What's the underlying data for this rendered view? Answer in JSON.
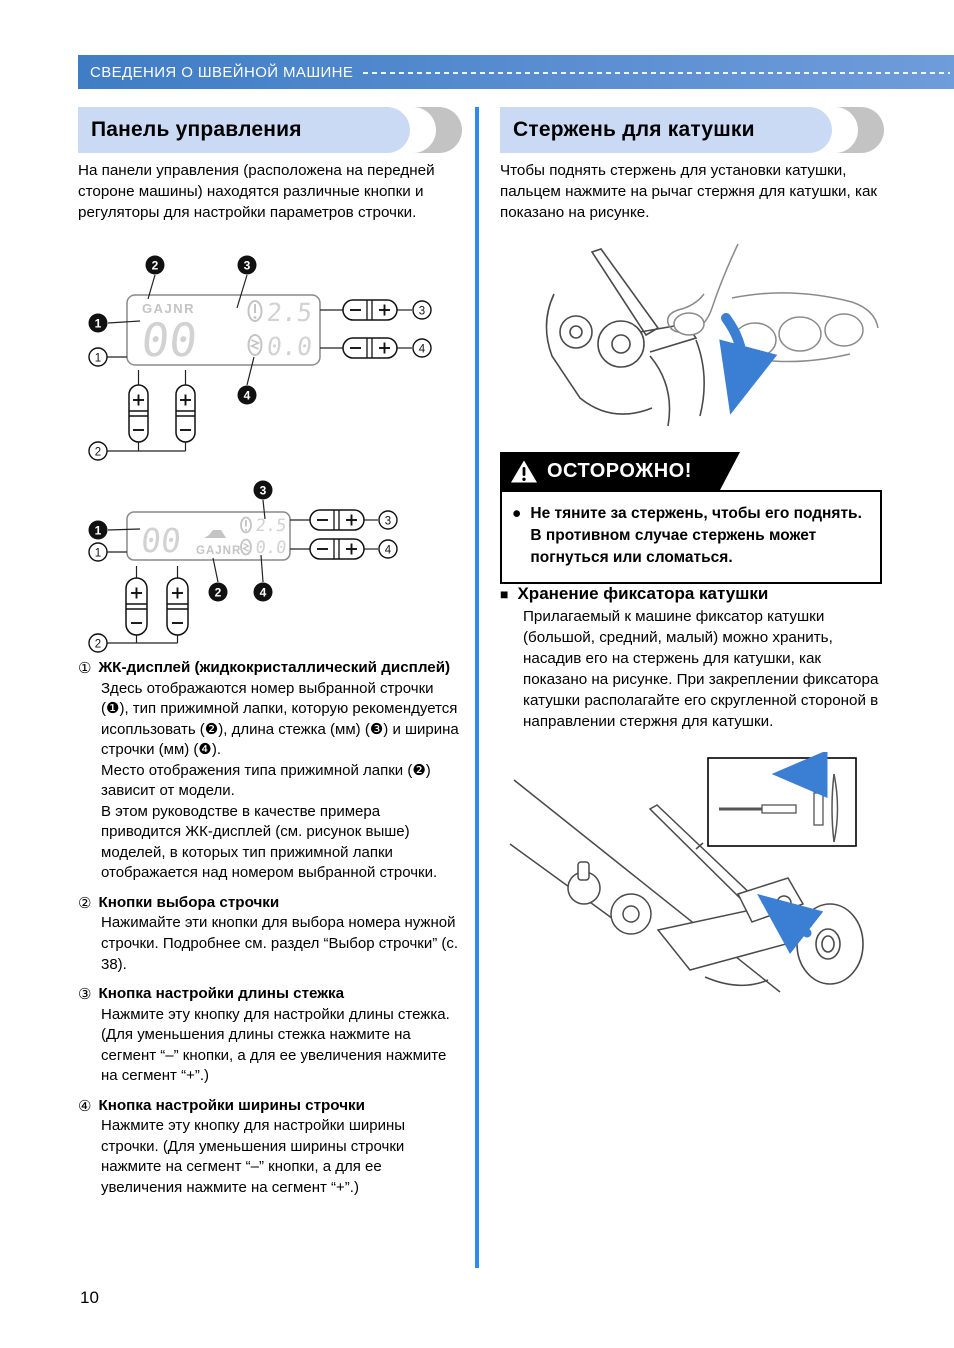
{
  "header": {
    "title": "СВЕДЕНИЯ О ШВЕЙНОЙ МАШИНЕ"
  },
  "page": {
    "number": "10"
  },
  "colors": {
    "header_bar_blue": "#4a84ca",
    "divider_blue": "#2e8bef",
    "heading_pill_blue": "#cbdaf4",
    "heading_pill_gray": "#c3c3c3",
    "warning_black": "#000000",
    "arrow_blue": "#3b7fd4",
    "lcd_gray": "#c4c4c4"
  },
  "icons": {
    "plus": "+",
    "minus": "−",
    "warning_triangle": "⚠",
    "bullet": "●",
    "square_marker": "■"
  },
  "lcd": {
    "brand": "GAJNR",
    "number": "00",
    "length": "2.5",
    "width": "0.0"
  },
  "callouts": {
    "n1": "1",
    "n2": "2",
    "n3": "3",
    "n4": "4"
  },
  "left": {
    "heading": "Панель управления",
    "intro": "На панели управления (расположена на передней стороне машины) находятся различные кнопки и регуляторы для настройки параметров строчки.",
    "items": [
      {
        "num": "①",
        "title": "ЖК-дисплей (жидкокристаллический дисплей)",
        "body": "Здесь отображаются номер выбранной строчки (❶), тип прижимной лапки, которую рекомендуется исопльзовать (❷), длина стежка (мм) (❸) и ширина строчки (мм) (❹).\nМесто отображения типа прижимной лапки (❷) зависит от модели.\nВ этом руководстве в качестве примера приводится ЖК-дисплей (см. рисунок выше) моделей, в которых тип прижимной лапки отображается над номером выбранной строчки."
      },
      {
        "num": "②",
        "title": "Кнопки выбора строчки",
        "body": "Нажимайте эти кнопки для выбора номера нужной строчки. Подробнее см. раздел “Выбор строчки” (с. 38)."
      },
      {
        "num": "③",
        "title": "Кнопка настройки длины стежка",
        "body": "Нажмите эту кнопку для настройки длины стежка. (Для уменьшения длины стежка нажмите на сегмент “–” кнопки, а для ее увеличения нажмите на сегмент “+”.)"
      },
      {
        "num": "④",
        "title": "Кнопка настройки ширины строчки",
        "body": "Нажмите эту кнопку для настройки ширины строчки. (Для уменьшения ширины строчки нажмите на сегмент “–” кнопки, а для ее увеличения нажмите на сегмент “+”.)"
      }
    ]
  },
  "right": {
    "heading": "Стержень для катушки",
    "intro": "Чтобы поднять стержень для установки катушки, пальцем нажмите на рычаг стержня для катушки, как показано на рисунке.",
    "warning": {
      "title": "ОСТОРОЖНО!",
      "bullet": "●",
      "text": "Не тяните за стержень, чтобы его поднять. В противном случае стержень может погнуться или сломаться."
    },
    "storage": {
      "marker": "■",
      "title": "Хранение фиксатора катушки",
      "body": "Прилагаемый к машине фиксатор катушки (большой, средний, малый) можно хранить, насадив его на стержень для катушки, как показано на рисунке. При закреплении фиксатора катушки располагайте его скругленной стороной в направлении стержня для катушки."
    }
  }
}
